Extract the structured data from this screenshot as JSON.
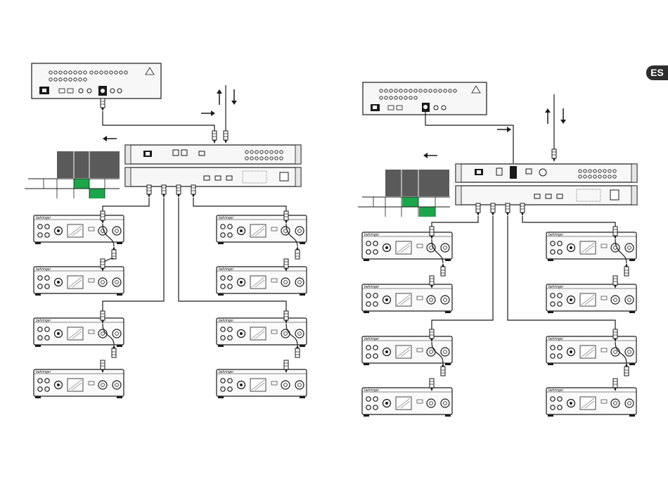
{
  "page": {
    "language_tab": "ES",
    "brand_label": "behringer",
    "colors": {
      "ink": "#1a1a1a",
      "panel_fill": "#f4f4f4",
      "dark_cell": "#5a5a5a",
      "green_cell": "#1aa64a",
      "tab_bg": "#2e2e2e"
    }
  },
  "diagrams": [
    {
      "name": "left-wiring-diagram",
      "amplifier_count": 8,
      "amplifiers_per_column": 4
    },
    {
      "name": "right-wiring-diagram",
      "amplifier_count": 8,
      "amplifiers_per_column": 4
    }
  ],
  "icons": {
    "signal_in_arrow": "arrow-right-icon",
    "signal_out_arrow": "arrow-left-icon",
    "up_arrow": "arrow-up-icon",
    "down_arrow": "arrow-down-icon"
  }
}
